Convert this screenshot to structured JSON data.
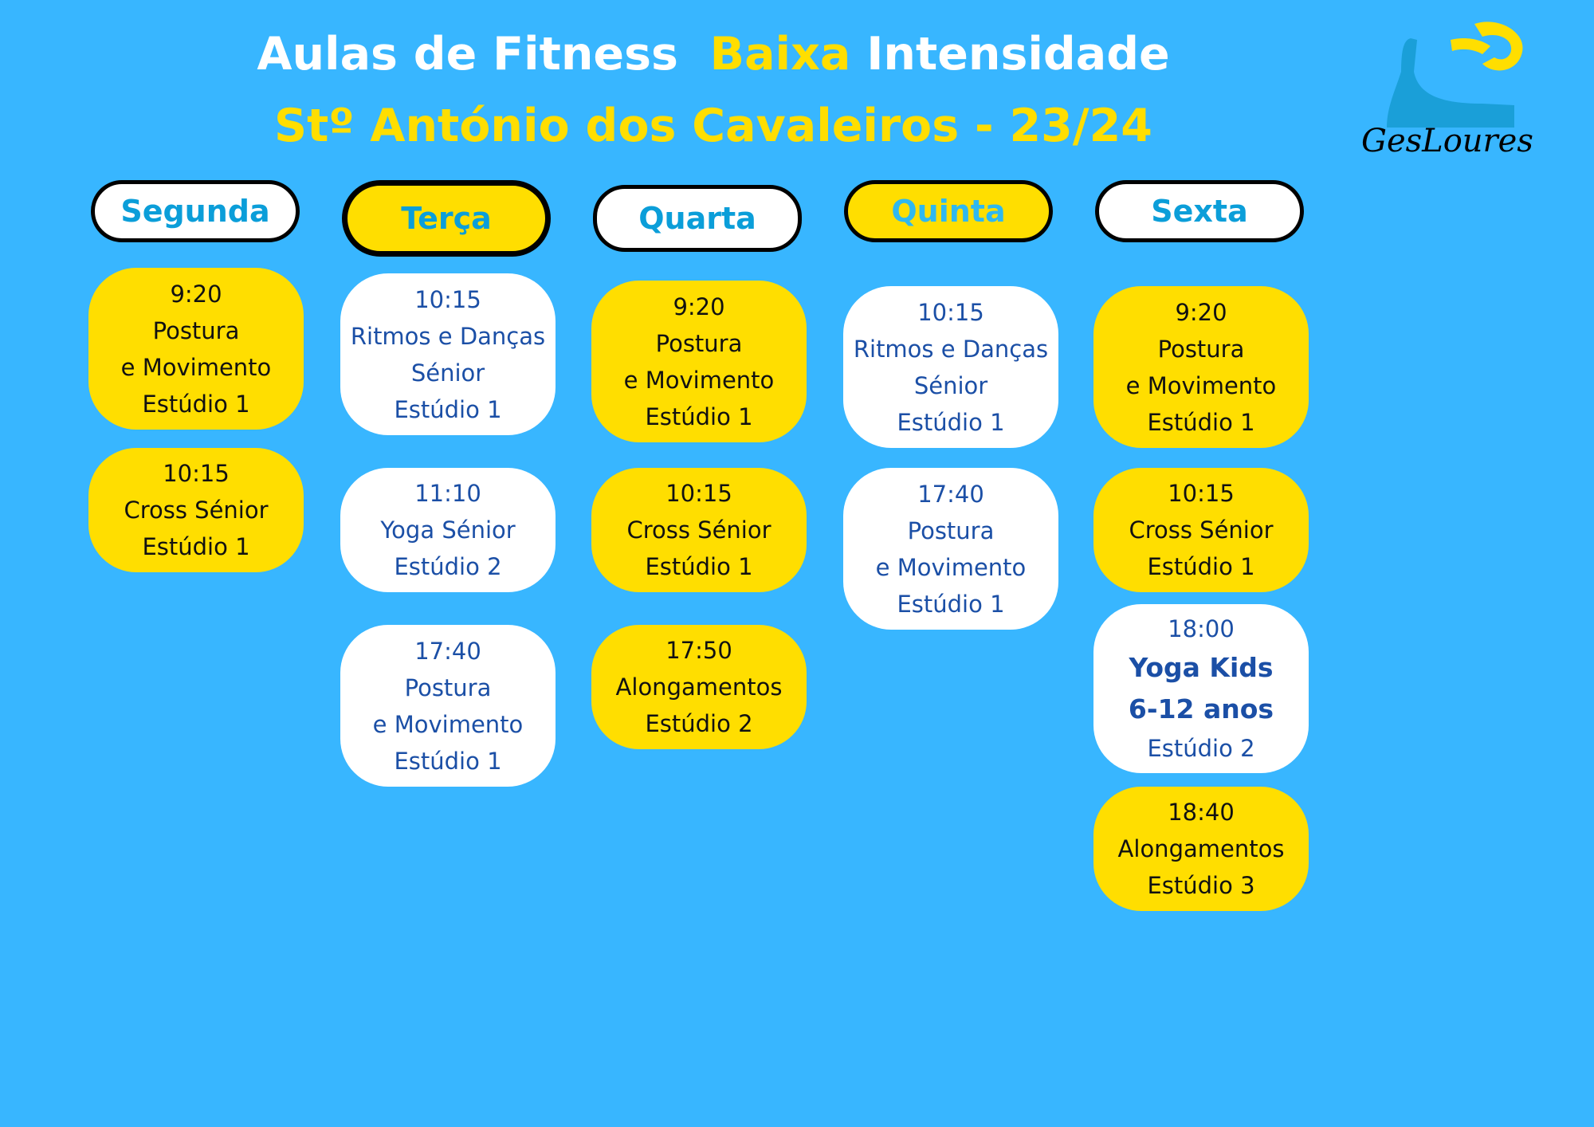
{
  "title": {
    "line1_a": "Aulas de Fitness",
    "line1_b": "Baixa",
    "line1_c": "Intensidade",
    "line2": "Stº António dos Cavaleiros - 23/24"
  },
  "logo": {
    "icon": "gesloures-logo-icon",
    "text": "GesLoures"
  },
  "colors": {
    "background": "#38b6ff",
    "yellow": "#ffde00",
    "white": "#ffffff",
    "blue_text": "#1b4fa6"
  },
  "days": [
    {
      "label": "Segunda",
      "classes": [
        {
          "time": "9:20",
          "lines": [
            "Postura",
            "e Movimento"
          ],
          "room": "Estúdio 1"
        },
        {
          "time": "10:15",
          "lines": [
            "Cross Sénior"
          ],
          "room": "Estúdio 1"
        }
      ]
    },
    {
      "label": "Terça",
      "classes": [
        {
          "time": "10:15",
          "lines": [
            "Ritmos e Danças",
            "Sénior"
          ],
          "room": "Estúdio 1"
        },
        {
          "time": "11:10",
          "lines": [
            "Yoga Sénior"
          ],
          "room": "Estúdio 2"
        },
        {
          "time": "17:40",
          "lines": [
            "Postura",
            "e Movimento"
          ],
          "room": "Estúdio 1"
        }
      ]
    },
    {
      "label": "Quarta",
      "classes": [
        {
          "time": "9:20",
          "lines": [
            "Postura",
            "e Movimento"
          ],
          "room": "Estúdio 1"
        },
        {
          "time": "10:15",
          "lines": [
            "Cross Sénior"
          ],
          "room": "Estúdio 1"
        },
        {
          "time": "17:50",
          "lines": [
            "Alongamentos"
          ],
          "room": "Estúdio 2"
        }
      ]
    },
    {
      "label": "Quinta",
      "classes": [
        {
          "time": "10:15",
          "lines": [
            "Ritmos e Danças",
            "Sénior"
          ],
          "room": "Estúdio 1"
        },
        {
          "time": "17:40",
          "lines": [
            "Postura",
            "e Movimento"
          ],
          "room": "Estúdio 1"
        }
      ]
    },
    {
      "label": "Sexta",
      "classes": [
        {
          "time": "9:20",
          "lines": [
            "Postura",
            "e Movimento"
          ],
          "room": "Estúdio 1"
        },
        {
          "time": "10:15",
          "lines": [
            "Cross Sénior"
          ],
          "room": "Estúdio 1"
        },
        {
          "time": "18:00",
          "lines": [
            "Yoga Kids",
            "6-12 anos"
          ],
          "room": "Estúdio 2"
        },
        {
          "time": "18:40",
          "lines": [
            "Alongamentos"
          ],
          "room": "Estúdio 3"
        }
      ]
    }
  ]
}
